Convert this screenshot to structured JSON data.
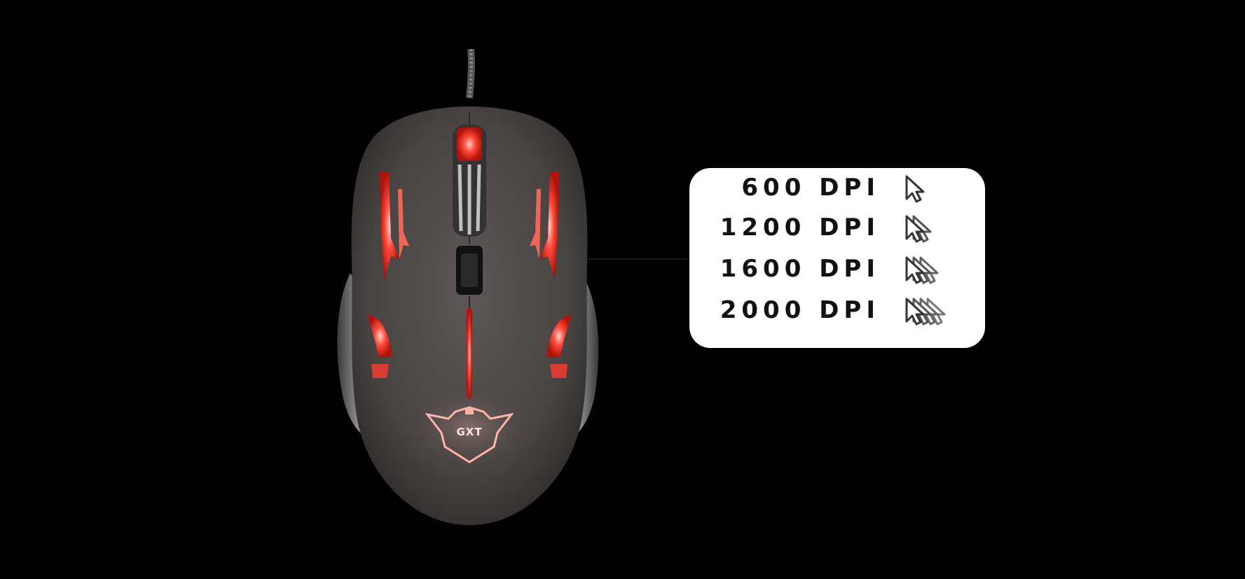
{
  "brand": {
    "logo_text": "GXT"
  },
  "dpi_panel": {
    "levels": [
      {
        "label": "600 DPI",
        "cursor_count": 1,
        "icon": "single-cursor-icon"
      },
      {
        "label": "1200 DPI",
        "cursor_count": 2,
        "icon": "double-cursor-icon"
      },
      {
        "label": "1600 DPI",
        "cursor_count": 3,
        "icon": "triple-cursor-icon"
      },
      {
        "label": "2000 DPI",
        "cursor_count": 4,
        "icon": "quad-cursor-icon"
      }
    ]
  },
  "colors": {
    "background": "#000000",
    "mouse_body": "#4a4645",
    "glow": "#ff3a2e",
    "panel": "#ffffff",
    "text": "#111111"
  }
}
